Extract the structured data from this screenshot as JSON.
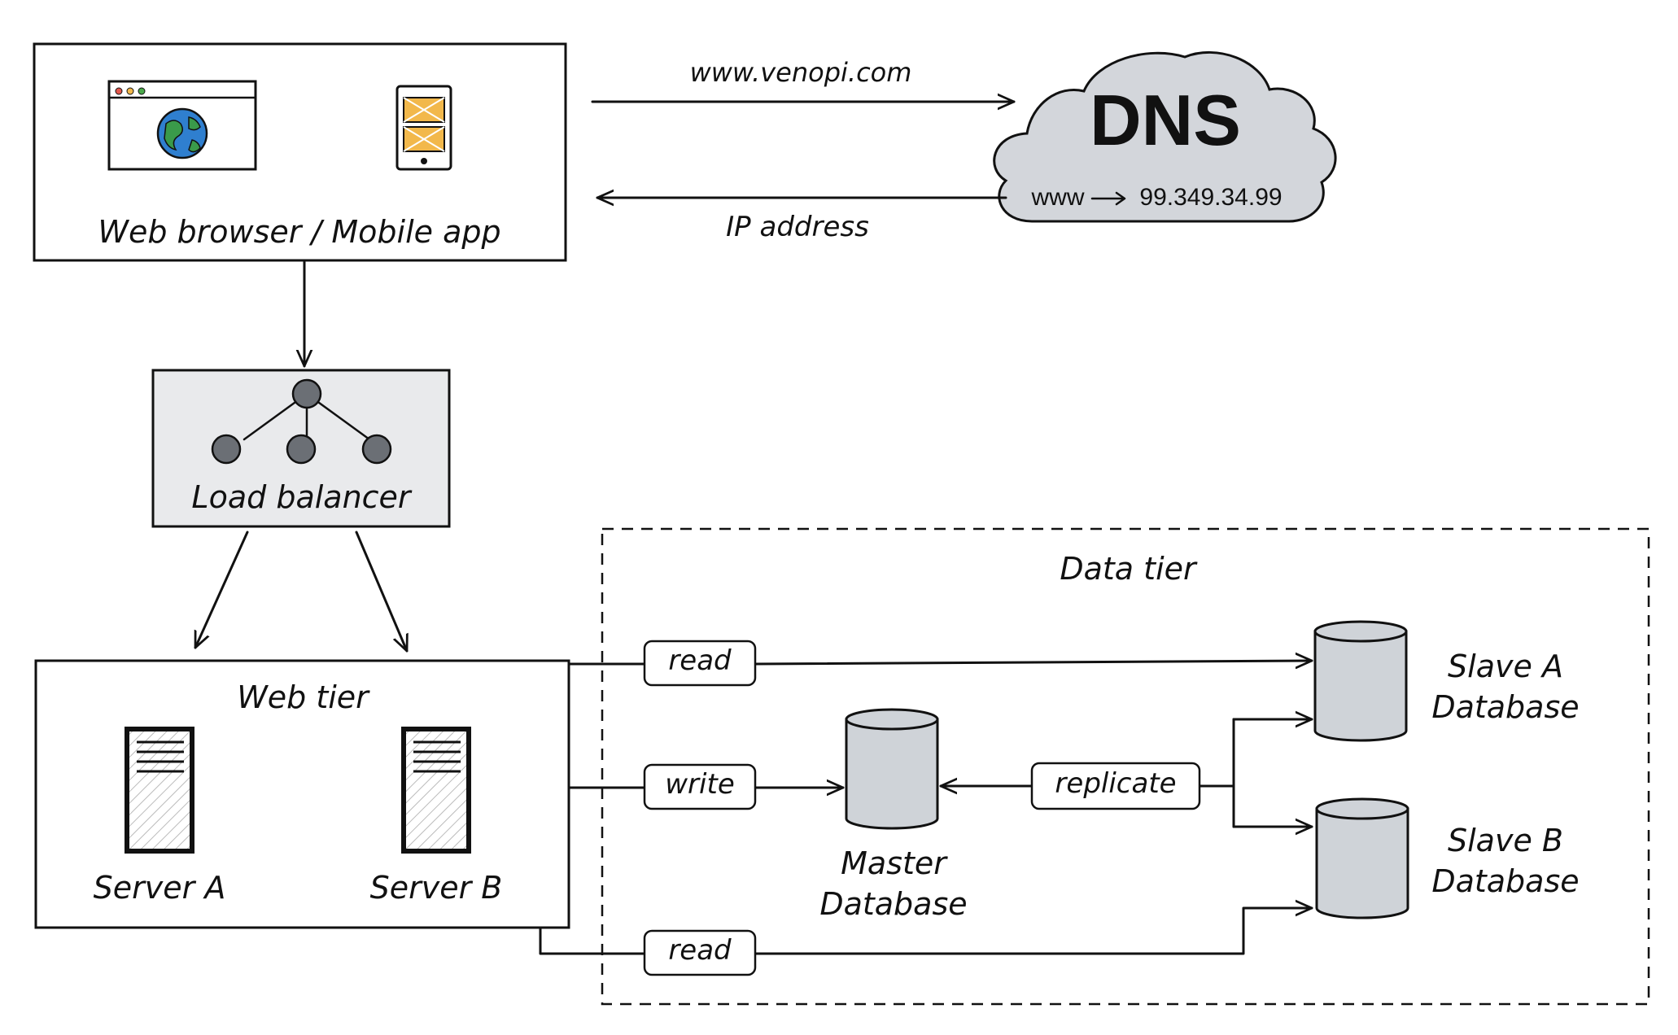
{
  "client": {
    "label": "Web browser / Mobile app",
    "icons": [
      "browser-globe-icon",
      "mobile-phone-icon"
    ]
  },
  "dns": {
    "title": "DNS",
    "mapping_from": "www",
    "mapping_to": "99.349.34.99",
    "request_label": "www.venopi.com",
    "response_label": "IP address"
  },
  "load_balancer": {
    "label": "Load balancer",
    "icon": "network-tree-icon"
  },
  "web_tier": {
    "label": "Web tier",
    "server_a": "Server A",
    "server_b": "Server B",
    "icon": "server-rack-icon"
  },
  "data_tier": {
    "label": "Data tier",
    "master_line1": "Master",
    "master_line2": "Database",
    "slave_a_line1": "Slave A",
    "slave_a_line2": "Database",
    "slave_b_line1": "Slave B",
    "slave_b_line2": "Database",
    "icon": "database-cylinder-icon"
  },
  "edges": {
    "read_top": "read",
    "write": "write",
    "replicate": "replicate",
    "read_bottom": "read"
  },
  "colors": {
    "stroke": "#111111",
    "database_fill": "#cfd3d8",
    "load_balancer_fill": "#e9eaec",
    "cloud_fill": "#d3d6db",
    "globe_blue": "#2f7fcf",
    "globe_green": "#3a9a4a",
    "phone_accent": "#f2b84b"
  }
}
